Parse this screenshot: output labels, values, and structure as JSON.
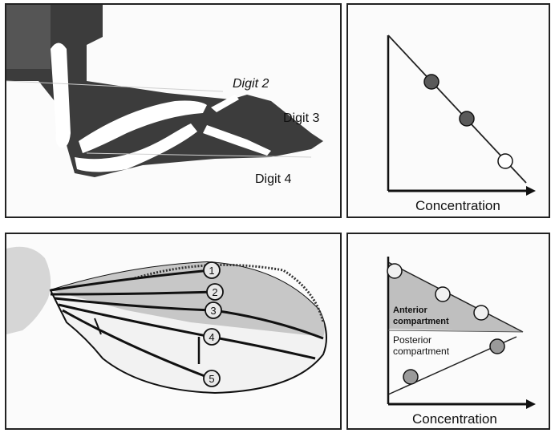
{
  "panels": {
    "limb": {
      "labels": {
        "digit2": "Digit 2",
        "digit3": "Digit 3",
        "digit4": "Digit 4"
      }
    },
    "gradient_top": {
      "axis_label": "Concentration"
    },
    "wing": {
      "vein_numbers": [
        "1",
        "2",
        "3",
        "4",
        "5"
      ]
    },
    "gradient_bottom": {
      "anterior_label_line1": "Anterior",
      "anterior_label_line2": "compartment",
      "posterior_label_line1": "Posterior",
      "posterior_label_line2": "compartment",
      "axis_label": "Concentration"
    }
  },
  "colors": {
    "gray_dot": "#5a5a5a",
    "mid_dot": "#9a9a9a",
    "light_dot": "#ffffff",
    "limb_dark": "#3c3c3c",
    "wing_shade": "#c7c7c7"
  }
}
